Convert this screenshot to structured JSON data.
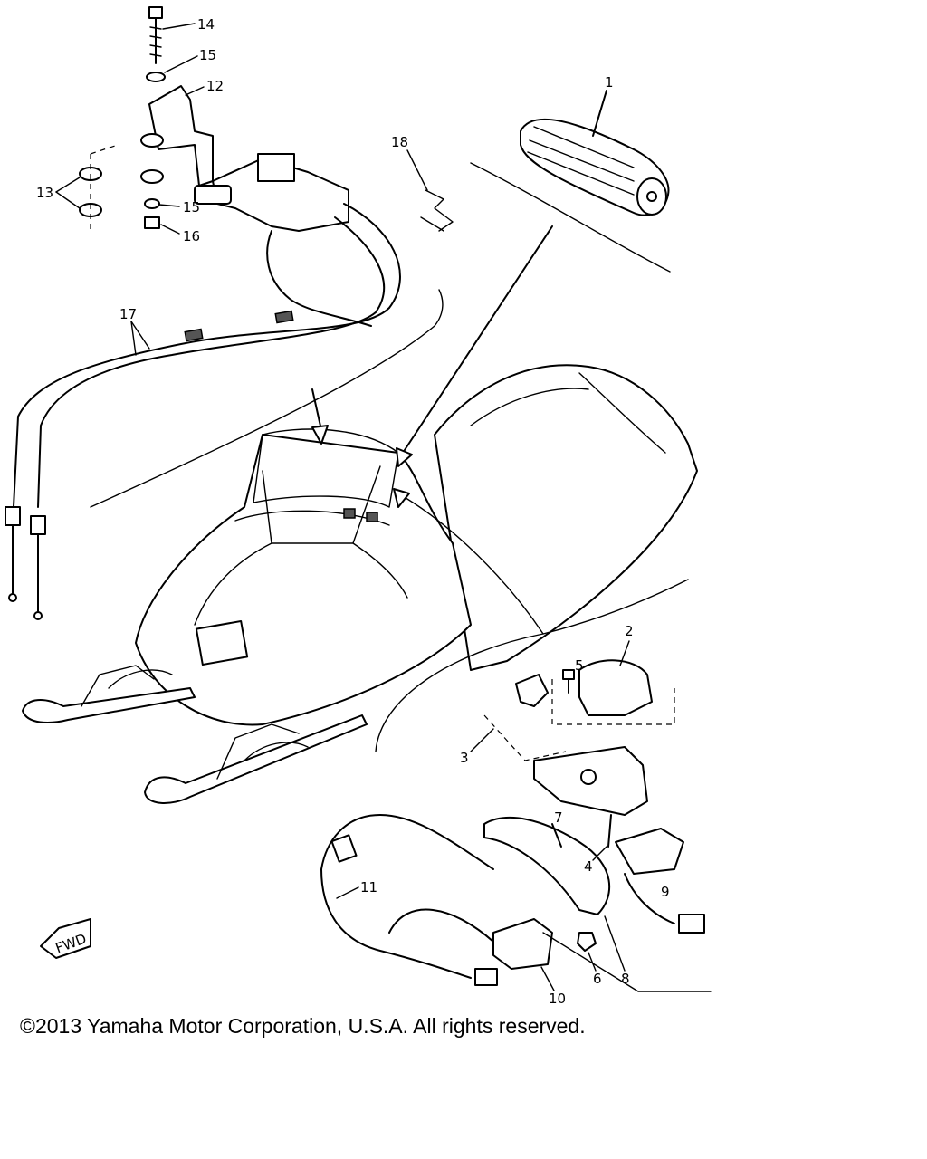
{
  "copyright": "©2013 Yamaha Motor Corporation, U.S.A. All rights reserved.",
  "fwd_label": "FWD",
  "callouts": [
    "1",
    "2",
    "3",
    "4",
    "5",
    "6",
    "7",
    "8",
    "9",
    "10",
    "11",
    "12",
    "13",
    "14",
    "15",
    "15",
    "16",
    "17",
    "18"
  ]
}
